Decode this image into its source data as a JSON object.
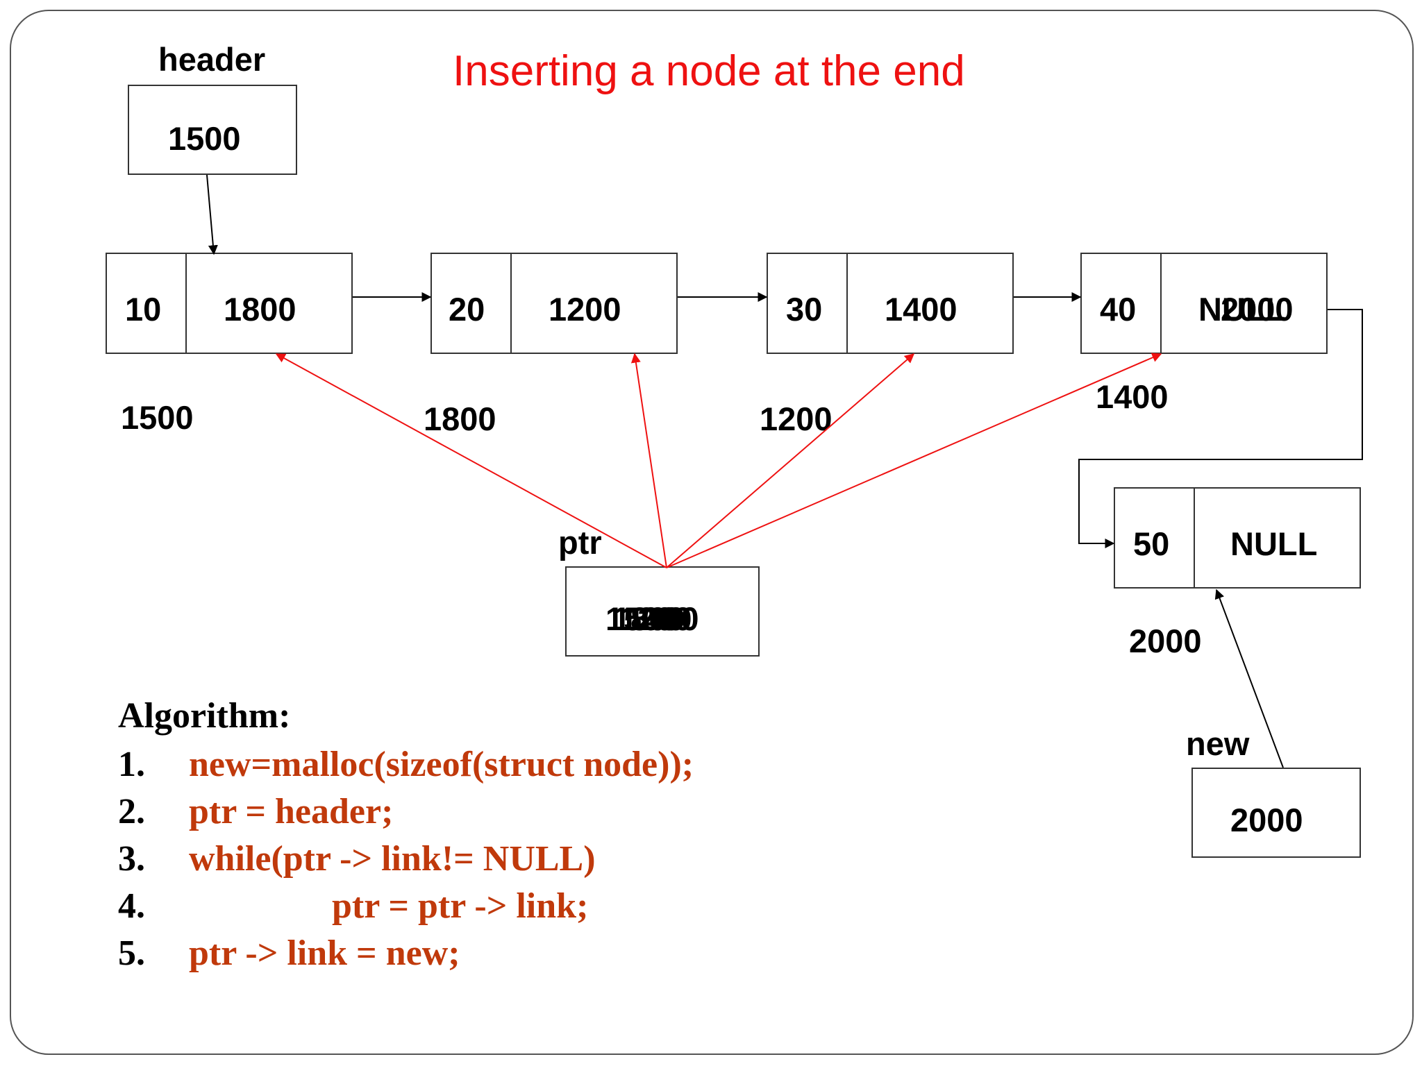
{
  "title": "Inserting a node at the end",
  "header": {
    "label": "header",
    "value": "1500"
  },
  "nodes": [
    {
      "data": "10",
      "link": "1800",
      "address": "1500"
    },
    {
      "data": "20",
      "link": "1200",
      "address": "1800"
    },
    {
      "data": "30",
      "link": "1400",
      "address": "1200"
    },
    {
      "data": "40",
      "link_overlap": [
        "NULL",
        "2000"
      ],
      "address": "1400"
    }
  ],
  "new_node": {
    "data": "50",
    "link": "NULL",
    "address": "2000"
  },
  "ptr": {
    "label": "ptr",
    "values_overlap": [
      "1500",
      "1800",
      "1200",
      "1400"
    ]
  },
  "new_pointer": {
    "label": "new",
    "value": "2000"
  },
  "algorithm": {
    "heading": "Algorithm:",
    "steps": [
      {
        "num": "1.",
        "code": "new=malloc(sizeof(struct node));"
      },
      {
        "num": "2.",
        "code": "ptr = header;"
      },
      {
        "num": "3.",
        "code": "while(ptr -> link!= NULL)"
      },
      {
        "num": "4.",
        "code": "ptr = ptr -> link;"
      },
      {
        "num": "5.",
        "code": "ptr -> link = new;"
      }
    ]
  },
  "colors": {
    "title": "#ee1111",
    "code": "#c0390b",
    "pointer_arrows": "#ee1111"
  }
}
